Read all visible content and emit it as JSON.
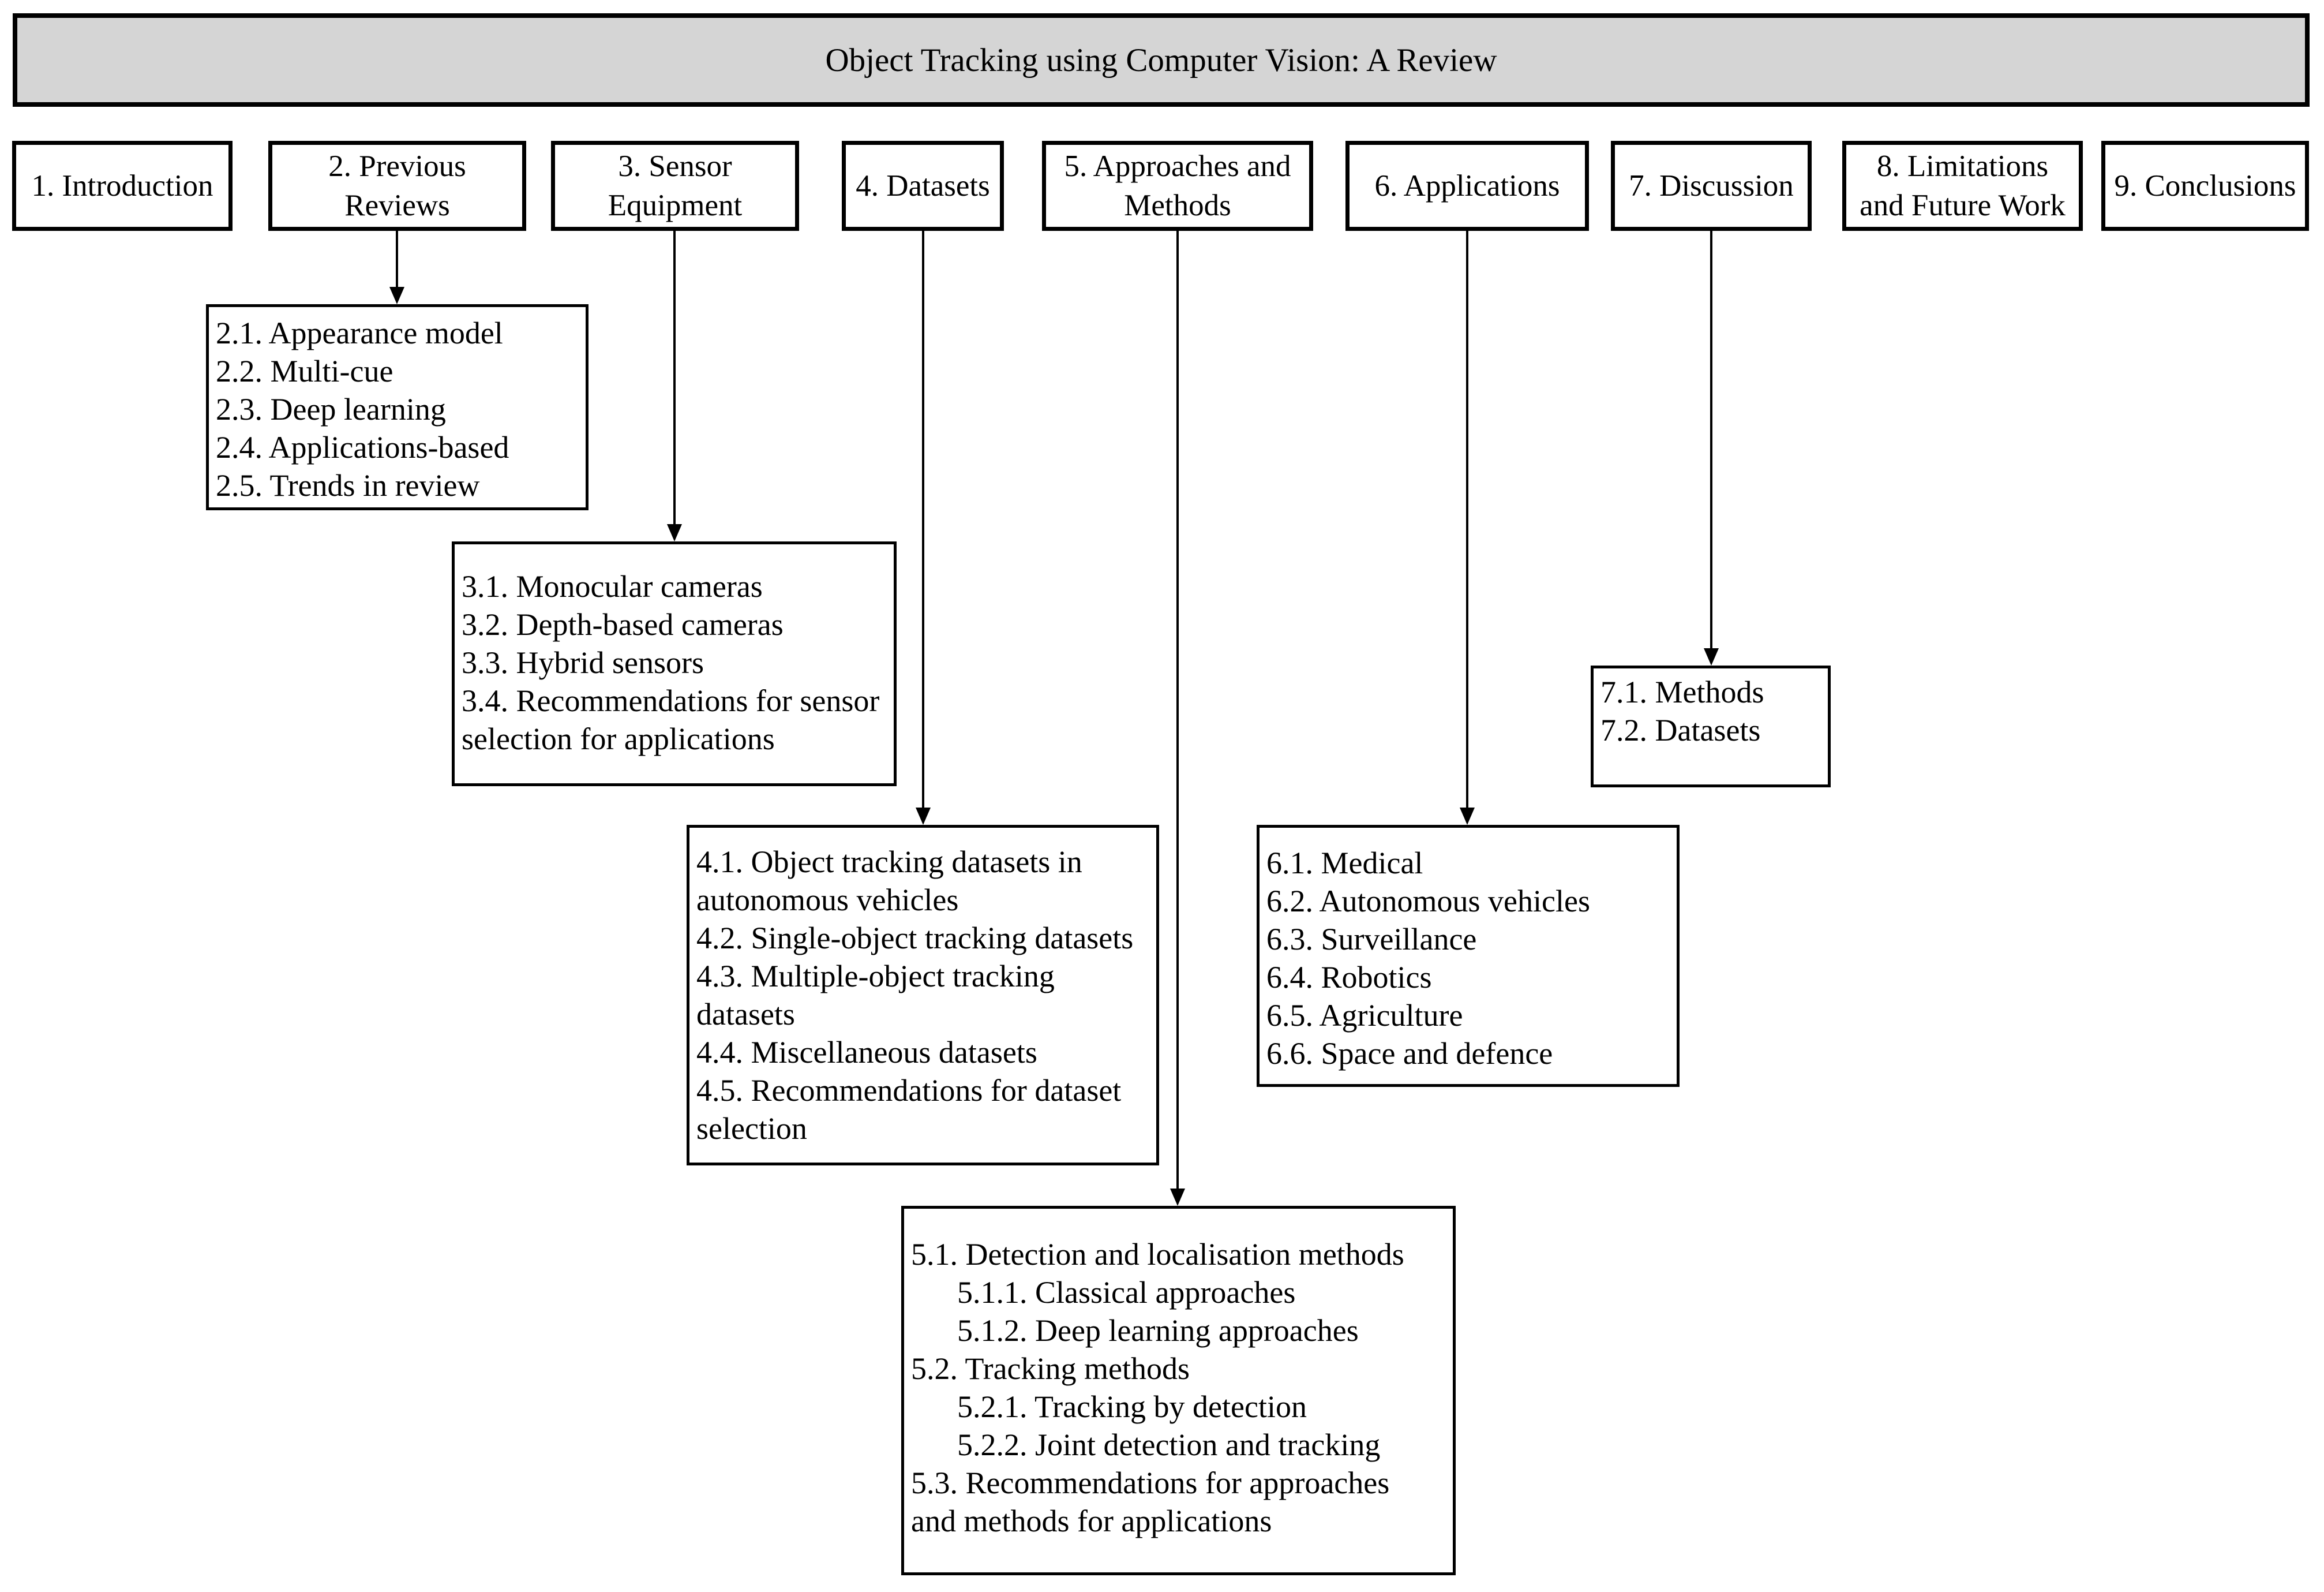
{
  "title": "Object Tracking using Computer Vision: A Review",
  "colors": {
    "title_bg": "#d5d5d5",
    "border": "#000000",
    "background": "#ffffff"
  },
  "sections": [
    {
      "label": "1. Introduction"
    },
    {
      "label": "2. Previous\nReviews",
      "items": [
        "2.1. Appearance model",
        "2.2. Multi-cue",
        "2.3. Deep learning",
        "2.4. Applications-based",
        "2.5. Trends in review"
      ]
    },
    {
      "label": "3. Sensor\nEquipment",
      "items": [
        "3.1. Monocular cameras",
        "3.2. Depth-based cameras",
        "3.3. Hybrid sensors",
        "3.4. Recommendations for sensor selection for applications"
      ]
    },
    {
      "label": "4. Datasets",
      "items": [
        "4.1. Object tracking datasets in autonomous vehicles",
        "4.2. Single-object tracking datasets",
        "4.3. Multiple-object tracking datasets",
        "4.4. Miscellaneous datasets",
        "4.5. Recommendations for dataset selection"
      ]
    },
    {
      "label": "5. Approaches and\nMethods",
      "items": [
        "5.1. Detection and localisation methods",
        "5.1.1. Classical approaches",
        "5.1.2. Deep learning approaches",
        "5.2. Tracking methods",
        "5.2.1. Tracking by detection",
        "5.2.2. Joint detection and tracking",
        "5.3. Recommendations for approaches and methods for applications"
      ]
    },
    {
      "label": "6. Applications",
      "items": [
        "6.1. Medical",
        "6.2. Autonomous vehicles",
        "6.3. Surveillance",
        "6.4. Robotics",
        "6.5. Agriculture",
        "6.6. Space and defence"
      ]
    },
    {
      "label": "7. Discussion",
      "items": [
        "7.1. Methods",
        "7.2. Datasets"
      ]
    },
    {
      "label": "8. Limitations\nand Future Work"
    },
    {
      "label": "9. Conclusions"
    }
  ]
}
